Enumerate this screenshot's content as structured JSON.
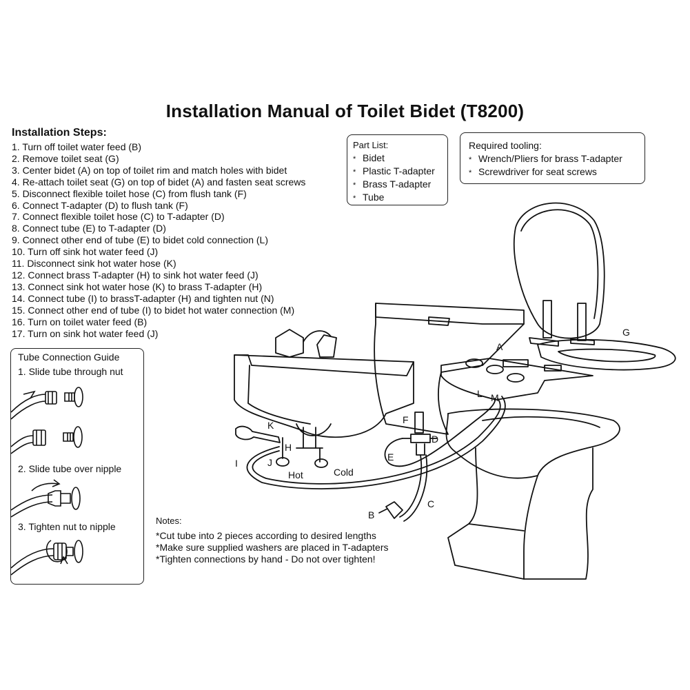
{
  "title": "Installation Manual of Toilet Bidet (T8200)",
  "steps_heading": "Installation Steps:",
  "steps": [
    "1. Turn off toilet water feed (B)",
    "2. Remove toilet seat (G)",
    "3. Center bidet (A) on top of toilet rim and match holes with bidet",
    "4. Re-attach toilet seat (G) on top of bidet (A) and fasten seat screws",
    "5. Disconnect flexible toilet hose (C) from flush tank (F)",
    "6. Connect T-adapter (D) to flush tank (F)",
    "7. Connect flexible toilet hose (C) to T-adapter (D)",
    "8. Connect tube (E) to T-adapter (D)",
    "9. Connect other end of tube (E) to bidet cold connection (L)",
    "10. Turn off sink hot water feed (J)",
    "11. Disconnect sink hot water hose (K)",
    "12. Connect brass T-adapter (H) to sink hot water feed (J)",
    "13. Connect sink hot water hose (K) to brass T-adapter (H)",
    "14. Connect tube (I) to brassT-adapter (H) and tighten nut (N)",
    "15. Connect other end of tube (I)  to bidet hot water connection (M)",
    "16. Turn on toilet water feed (B)",
    "17. Turn on sink hot water feed (J)"
  ],
  "parts": {
    "heading": "Part List:",
    "items": [
      "Bidet",
      "Plastic T-adapter",
      "Brass T-adapter",
      "Tube"
    ]
  },
  "tools": {
    "heading": "Required tooling:",
    "items": [
      "Wrench/Pliers for brass T-adapter",
      "Screwdriver for seat screws"
    ]
  },
  "guide": {
    "heading": "Tube Connection Guide",
    "steps": [
      "1. Slide tube through nut",
      "2. Slide tube over nipple",
      "3. Tighten nut to nipple"
    ]
  },
  "notes": {
    "heading": "Notes:",
    "items": [
      "*Cut tube into 2 pieces according to desired lengths",
      "*Make sure supplied washers are placed in T-adapters",
      "*Tighten connections by hand - Do not over tighten!"
    ]
  },
  "diagram_labels": {
    "A": "A",
    "B": "B",
    "C": "C",
    "D": "D",
    "E": "E",
    "F": "F",
    "G": "G",
    "H": "H",
    "I": "I",
    "J": "J",
    "K": "K",
    "L": "L",
    "M": "M",
    "hot": "Hot",
    "cold": "Cold"
  }
}
